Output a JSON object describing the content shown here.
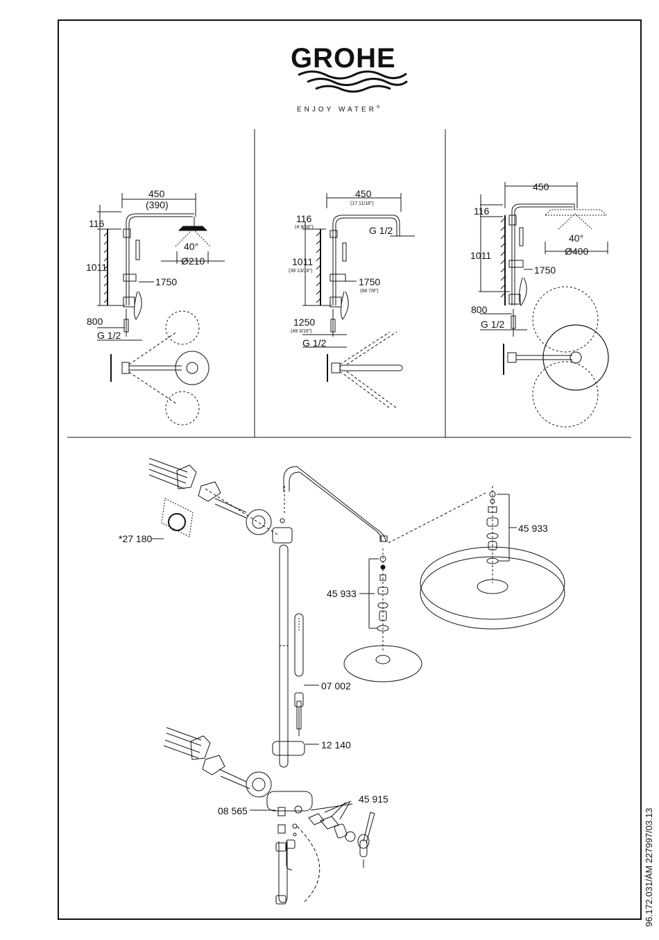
{
  "brand": {
    "name": "GROHE",
    "tagline": "ENJOY WATER",
    "registered": "®"
  },
  "document_number": "96.172.031/ÁM 227997/03.13",
  "panel_left": {
    "width": "450",
    "width_alt": "(390)",
    "top": "116",
    "height": "1011",
    "angle": "40°",
    "diameter": "Ø210",
    "hose": "1750",
    "bottom": "800",
    "thread": "G 1/2"
  },
  "panel_middle": {
    "width": "450",
    "width_inch": "(17 11/16\")",
    "top": "116",
    "top_inch": "(4 9/16\")",
    "height": "1011",
    "height_inch": "(39 13/16\")",
    "hose": "1750",
    "hose_inch": "(68 7/8\")",
    "bottom": "1250",
    "bottom_inch": "(49 3/16\")",
    "thread": "G 1/2",
    "thread_right": "G 1/2"
  },
  "panel_right": {
    "width": "450",
    "top": "116",
    "height": "1011",
    "angle": "40°",
    "diameter": "Ø400",
    "hose": "1750",
    "bottom": "800",
    "thread": "G 1/2"
  },
  "parts": {
    "p27180": "*27 180",
    "p45933a": "45 933",
    "p45933b": "45 933",
    "p07002": "07 002",
    "p12140": "12 140",
    "p45915": "45 915",
    "p08565": "08 565"
  }
}
